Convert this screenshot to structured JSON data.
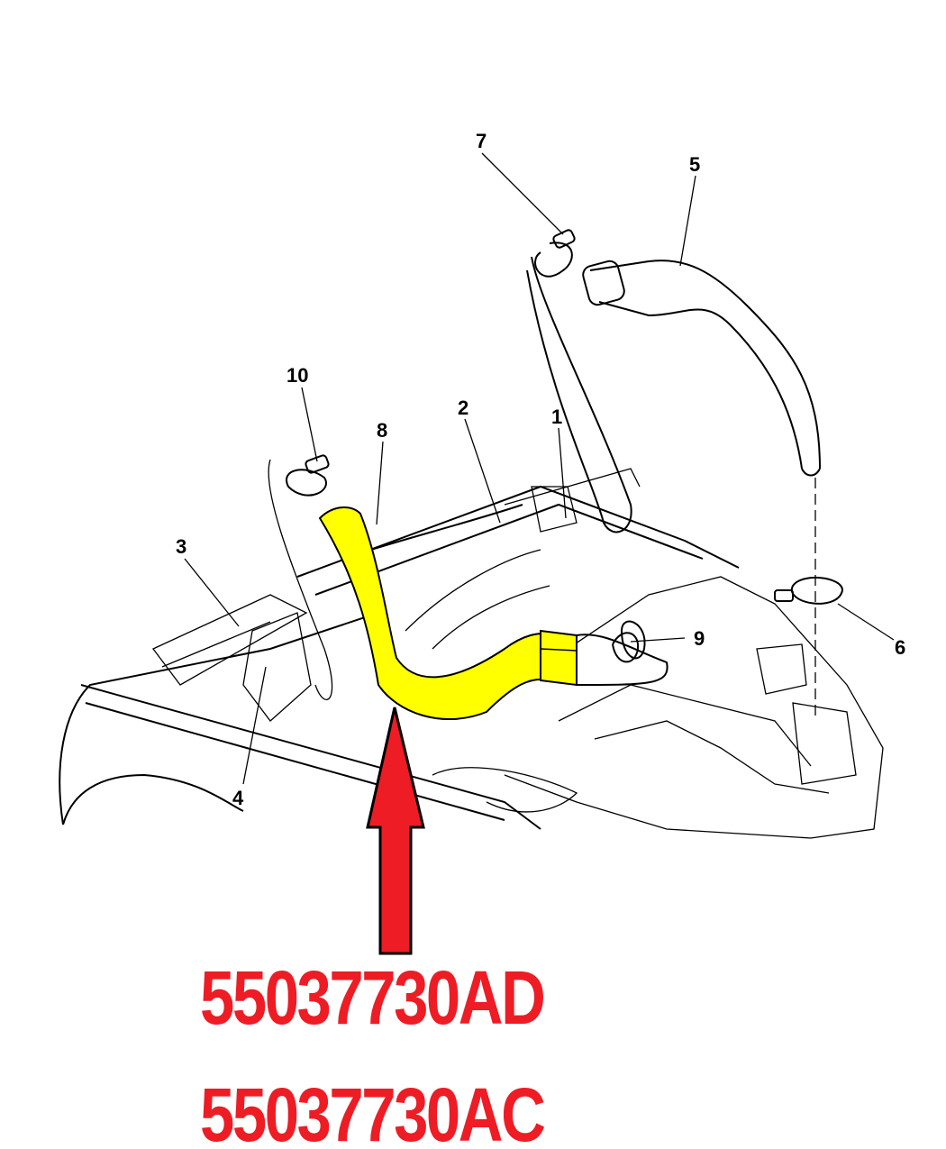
{
  "diagram": {
    "callouts": [
      "1",
      "2",
      "3",
      "4",
      "5",
      "6",
      "7",
      "8",
      "9",
      "10"
    ],
    "highlighted_part": "8",
    "highlight_color": "#ffff00",
    "arrow_color": "#ee1c24",
    "part_numbers": [
      "55037730AD",
      "55037730AC"
    ]
  }
}
